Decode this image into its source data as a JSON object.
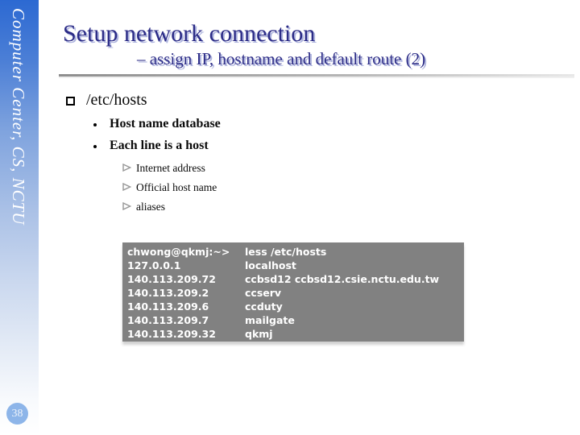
{
  "slide": {
    "sidebar_text": "Computer Center, CS, NCTU",
    "page_number": "38",
    "title": "Setup network connection",
    "subtitle": "– assign IP, hostname and default route (2)"
  },
  "bullets": {
    "level1": "/etc/hosts",
    "level2": [
      "Host name database",
      "Each line is a host"
    ],
    "level3": [
      "Internet address",
      "Official host name",
      "aliases"
    ]
  },
  "terminal": {
    "rows": [
      {
        "c1": "chwong@qkmj:~>",
        "c2": "less /etc/hosts"
      },
      {
        "c1": "127.0.0.1",
        "c2": "localhost"
      },
      {
        "c1": "140.113.209.72",
        "c2": "ccbsd12 ccbsd12.csie.nctu.edu.tw"
      },
      {
        "c1": "140.113.209.2",
        "c2": "ccserv"
      },
      {
        "c1": "140.113.209.6",
        "c2": "ccduty"
      },
      {
        "c1": "140.113.209.7",
        "c2": "mailgate"
      },
      {
        "c1": "140.113.209.32",
        "c2": "qkmj"
      }
    ]
  },
  "colors": {
    "sidebar_top": "#2c69d2",
    "title_text": "#2c2c87",
    "title_shadow": "#aeb4de",
    "terminal_bg": "#818181",
    "terminal_text": "#ffffff",
    "page_badge": "#8db5e9"
  }
}
